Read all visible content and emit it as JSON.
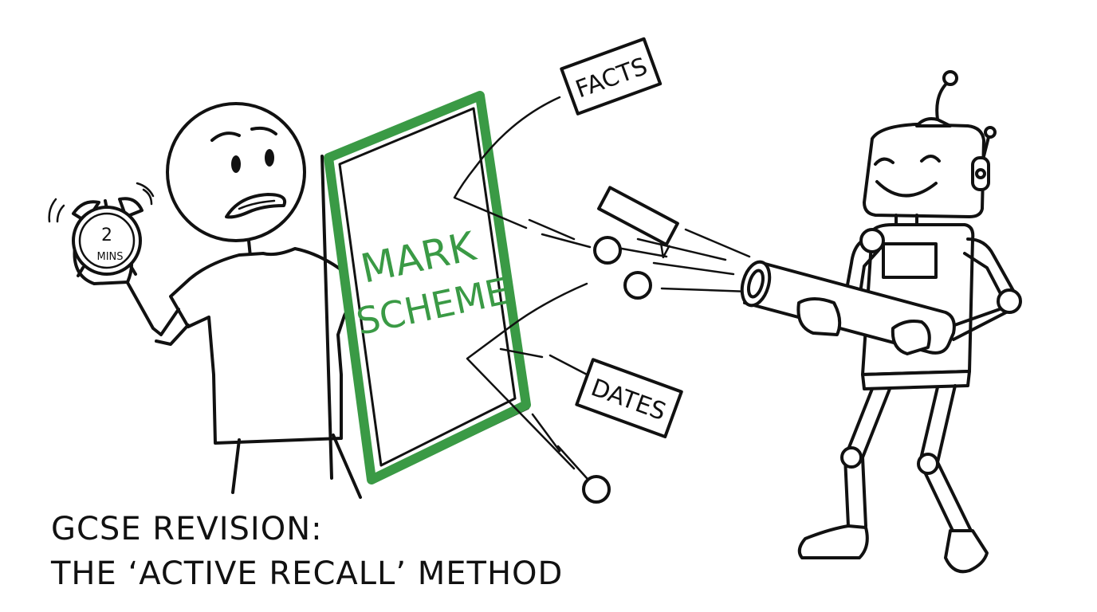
{
  "shield": {
    "line1": "MARK",
    "line2": "SCHEME",
    "color": "#3a9a45"
  },
  "labels": {
    "facts": "FACTS",
    "dates": "DATES"
  },
  "timer": {
    "number": "2",
    "unit": "MINS"
  },
  "caption": {
    "line1": "GCSE REVISION:",
    "line2": "THE ‘ACTIVE RECALL’ METHOD"
  },
  "colors": {
    "ink": "#111111",
    "accent": "#3a9a45",
    "background": "#ffffff"
  }
}
